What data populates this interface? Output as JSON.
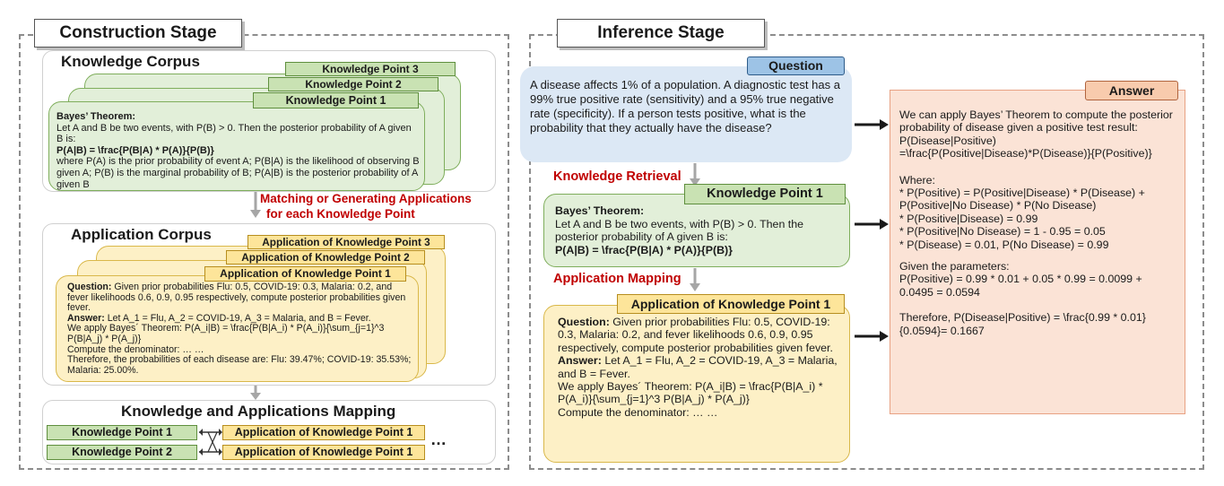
{
  "construction": {
    "title": "Construction Stage",
    "knowledge_corpus": {
      "title": "Knowledge Corpus",
      "tabs": [
        "Knowledge Point 3",
        "Knowledge Point 2",
        "Knowledge Point 1"
      ],
      "card_heading": "Bayes’ Theorem:",
      "card_line1": "Let A and B be two events, with P(B) > 0. Then the posterior probability of A given B is:",
      "card_formula": "P(A|B) = \\frac{P(B|A) * P(A)}{P(B)}",
      "card_line2": "where P(A) is the prior probability of event A; P(B|A) is the likelihood of observing B given A; P(B) is the marginal probability of B; P(A|B) is the posterior probability of A given B"
    },
    "arrow_label_1": "Matching or Generating Applications",
    "arrow_label_2": "for each Knowledge Point",
    "application_corpus": {
      "title": "Application Corpus",
      "tabs": [
        "Application of Knowledge Point 3",
        "Application of Knowledge Point 2",
        "Application of Knowledge Point 1"
      ],
      "question_label": "Question:",
      "question_text": "Given prior probabilities Flu: 0.5, COVID-19: 0.3, Malaria: 0.2, and fever likelihoods 0.6, 0.9, 0.95 respectively, compute posterior probabilities given fever.",
      "answer_label": "Answer:",
      "answer_text": "Let A_1 = Flu, A_2 = COVID-19, A_3 = Malaria, and B = Fever.",
      "line_apply": "We apply Bayes´ Theorem:  P(A_i|B) = \\frac{P(B|A_i) * P(A_i)}{\\sum_{j=1}^3 P(B|A_j) * P(A_j)}",
      "line_denominator": "Compute the denominator: … …",
      "line_therefore": "Therefore, the probabilities of each disease are: Flu: 39.47%; COVID-19: 35.53%; Malaria: 25.00%."
    },
    "mapping": {
      "title": "Knowledge and Applications Mapping",
      "rows": [
        {
          "kp": "Knowledge  Point  1",
          "app": "Application of Knowledge Point 1"
        },
        {
          "kp": "Knowledge  Point  2",
          "app": "Application of Knowledge Point 1"
        }
      ],
      "ellipsis": "…"
    }
  },
  "inference": {
    "title": "Inference Stage",
    "question": {
      "tab": "Question",
      "text": "A disease affects 1% of a population. A diagnostic test has a 99% true positive rate (sensitivity) and a 95% true negative rate (specificity). If a person tests positive, what is the probability that they actually have the disease?"
    },
    "retrieval_label": "Knowledge Retrieval",
    "knowledge_card": {
      "tab": "Knowledge Point 1",
      "heading": "Bayes’ Theorem:",
      "line1": "Let A and B be two events, with P(B) > 0. Then the posterior probability of A given B is:",
      "formula": "P(A|B) = \\frac{P(B|A) * P(A)}{P(B)}"
    },
    "mapping_label": "Application Mapping",
    "application_card": {
      "tab": "Application of Knowledge Point 1",
      "question_label": "Question:",
      "question_text": "Given prior probabilities Flu: 0.5, COVID-19: 0.3, Malaria: 0.2, and fever likelihoods 0.6, 0.9, 0.95 respectively, compute posterior probabilities given fever.",
      "answer_label": "Answer:",
      "answer_text": "Let A_1 = Flu, A_2 = COVID-19, A_3 = Malaria, and B = Fever.",
      "line_apply": "We apply Bayes´ Theorem:  P(A_i|B) = \\frac{P(B|A_i) * P(A_i)}{\\sum_{j=1}^3 P(B|A_j) * P(A_j)}",
      "line_denominator": "Compute the denominator: … …"
    },
    "answer": {
      "tab": "Answer",
      "intro": "We can apply Bayes’ Theorem to compute the posterior probability of disease given a positive test result:",
      "formula_1": "P(Disease|Positive)",
      "formula_2": "=\\frac{P(Positive|Disease)*P(Disease)}{P(Positive)}",
      "where": "Where:",
      "where_1": "* P(Positive) = P(Positive|Disease) * P(Disease) + P(Positive|No Disease) * P(No Disease)",
      "where_2": "* P(Positive|Disease) = 0.99",
      "where_3": "* P(Positive|No Disease) = 1 - 0.95 = 0.05",
      "where_4": "* P(Disease) = 0.01, P(No Disease) = 0.99",
      "given": "Given the parameters:",
      "given_1": "P(Positive) = 0.99 * 0.01 + 0.05 * 0.99 = 0.0099 + 0.0495 = 0.0594",
      "therefore": "Therefore,  P(Disease|Positive) = \\frac{0.99 * 0.01}{0.0594}= 0.1667"
    }
  }
}
